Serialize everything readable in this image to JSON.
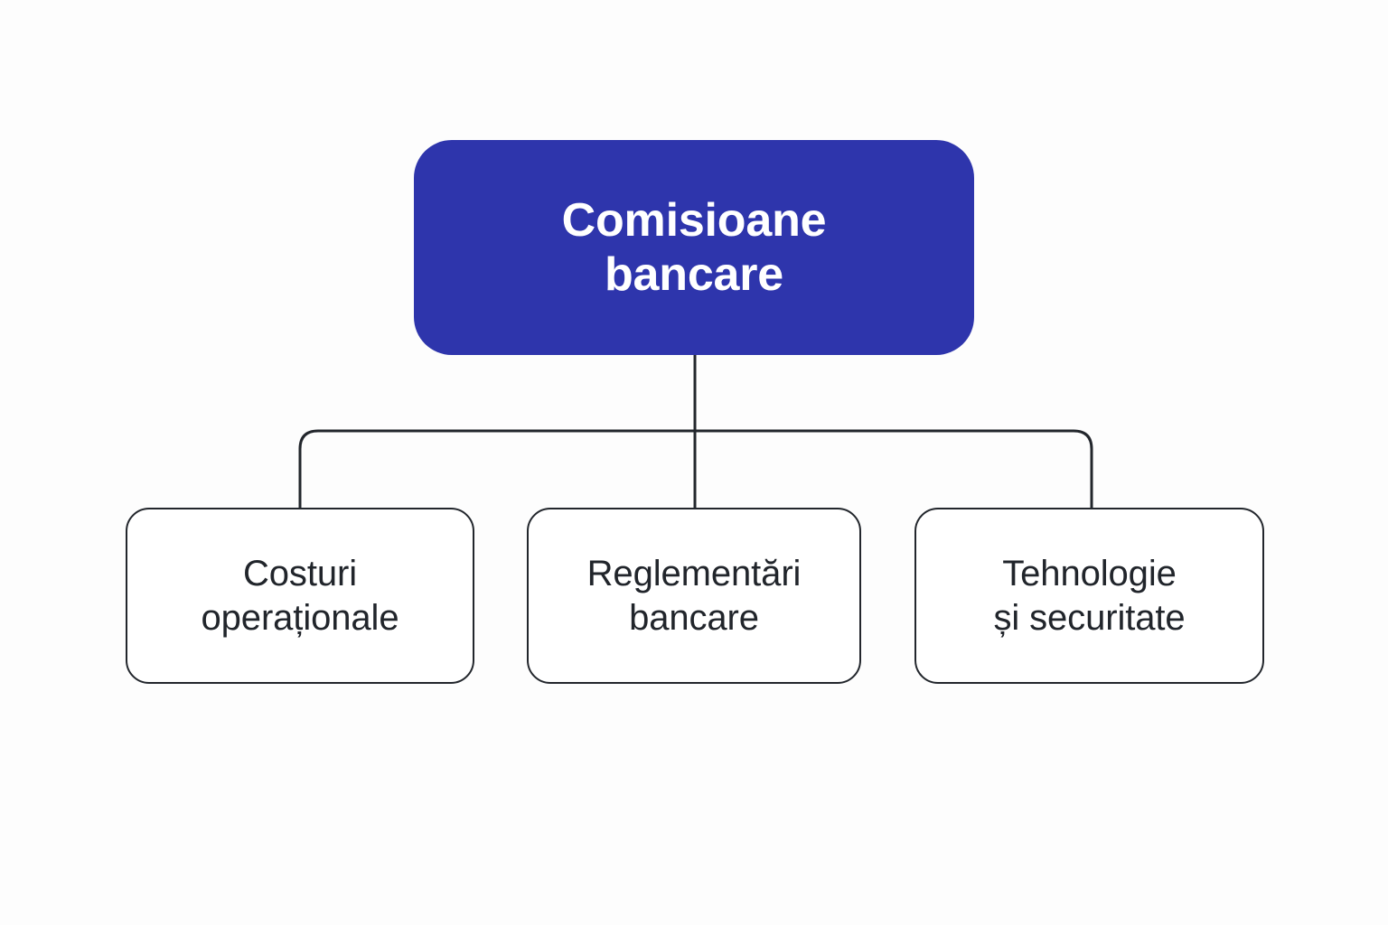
{
  "diagram": {
    "type": "org-chart",
    "orientation": "top-down",
    "background_color": "#fdfdfd",
    "connector_color": "#22262c",
    "root": {
      "label": "Comisioane bancare",
      "line_1": "Comisioane",
      "line_2": "bancare",
      "fill_color": "#2e35ac",
      "text_color": "#ffffff"
    },
    "children": [
      {
        "label": "Costuri operaționale",
        "line_1": "Costuri",
        "line_2": "operaționale",
        "fill_color": "#ffffff",
        "border_color": "#22262c",
        "text_color": "#21252b"
      },
      {
        "label": "Reglementări bancare",
        "line_1": "Reglementări",
        "line_2": "bancare",
        "fill_color": "#ffffff",
        "border_color": "#22262c",
        "text_color": "#21252b"
      },
      {
        "label": "Tehnologie și securitate",
        "line_1": "Tehnologie",
        "line_2": "și securitate",
        "fill_color": "#ffffff",
        "border_color": "#22262c",
        "text_color": "#21252b"
      }
    ]
  }
}
